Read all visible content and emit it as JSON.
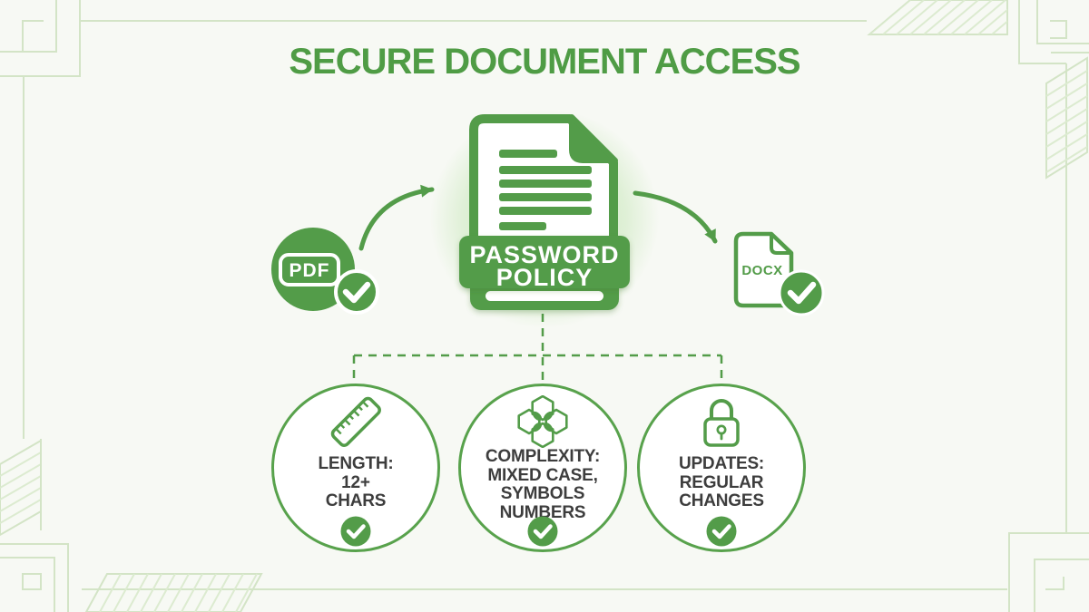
{
  "title": "SECURE DOCUMENT ACCESS",
  "center_document": {
    "banner_line1": "PASSWORD",
    "banner_line2": "POLICY"
  },
  "source_file": {
    "label": "PDF"
  },
  "output_file": {
    "label": "DOCX"
  },
  "requirements": [
    {
      "id": "length",
      "icon": "ruler-icon",
      "lines": [
        "LENGTH:",
        "12+",
        "CHARS"
      ]
    },
    {
      "id": "complexity",
      "icon": "hexagon-flower-icon",
      "lines": [
        "COMPLEXITY:",
        "MIXED CASE,",
        "SYMBOLS",
        "NUMBERS"
      ]
    },
    {
      "id": "updates",
      "icon": "padlock-icon",
      "lines": [
        "UPDATES:",
        "REGULAR",
        "CHANGES"
      ]
    }
  ],
  "colors": {
    "primary_green": "#539c49",
    "title_green": "#4f9c45",
    "circle_border_green": "#58a24c",
    "text_dark": "#3d3d3d",
    "background": "#f7f9f4",
    "decoration_light_green": "#d3e4c6",
    "check_white": "#ffffff"
  }
}
